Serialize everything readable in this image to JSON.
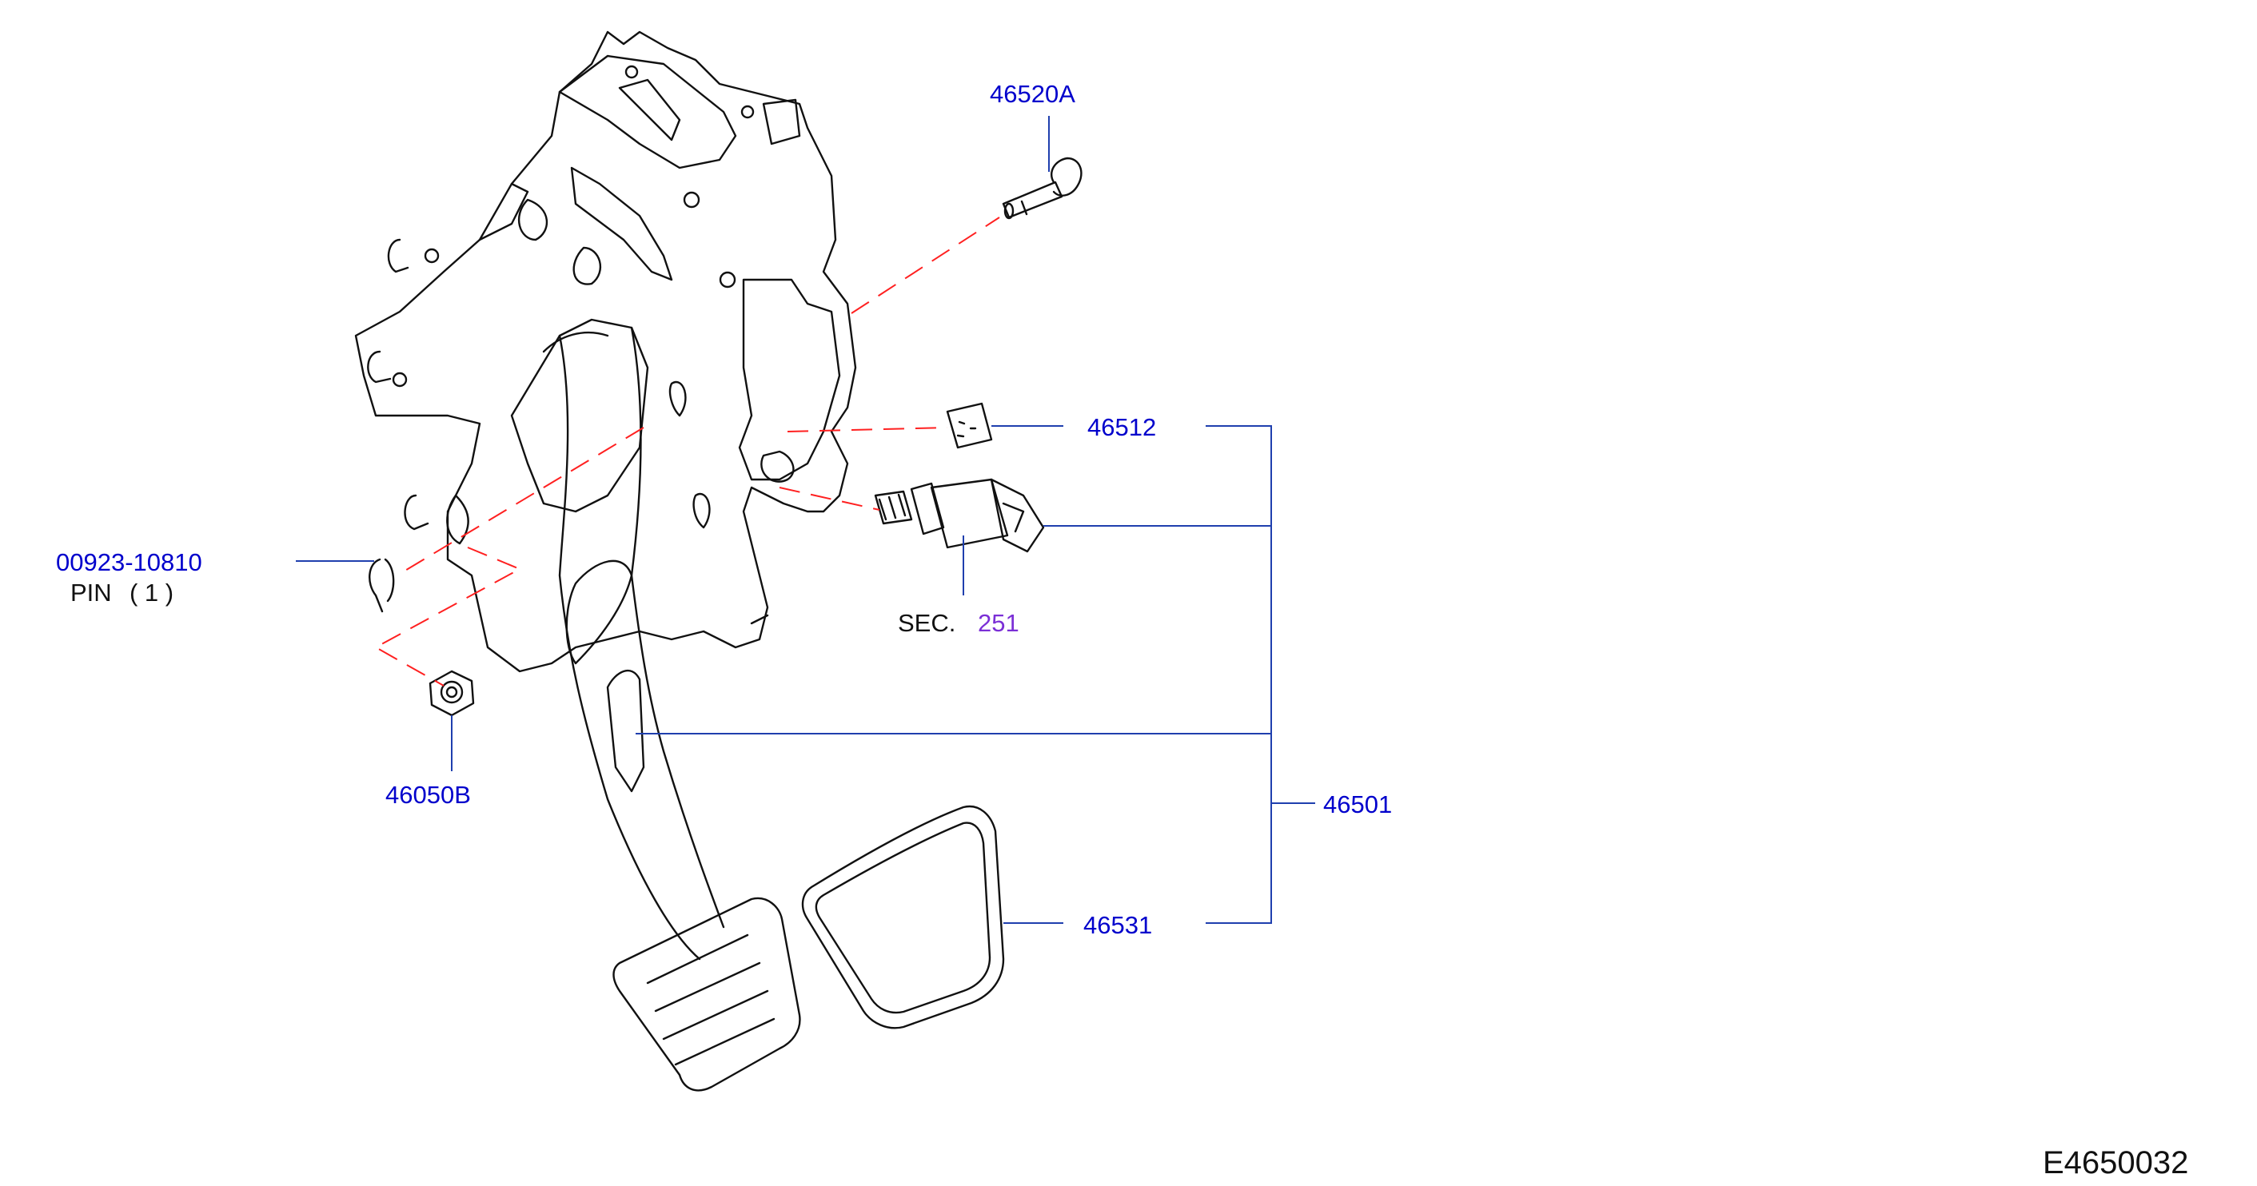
{
  "parts": {
    "p46520a": "46520A",
    "p46512": "46512",
    "p00923": "00923-10810",
    "pin": "PIN",
    "pin_qty": "( 1 )",
    "sec_prefix": "SEC.",
    "sec_num": "251",
    "p46050b": "46050B",
    "p46501": "46501",
    "p46531": "46531"
  },
  "diagram_code": "E4650032",
  "colors": {
    "part_number": "#0000cc",
    "section_ref": "#7b2fd6",
    "leader_line": "#1f3fae",
    "dashed_line": "#ff2020",
    "drawing": "#111111"
  }
}
